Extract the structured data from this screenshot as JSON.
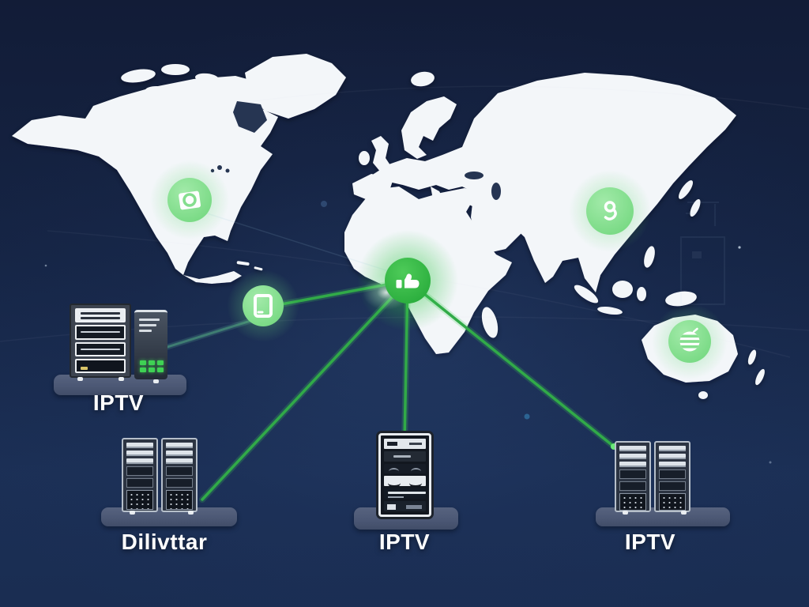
{
  "scene": {
    "description": "IPTV global delivery network illustration over a world map",
    "background_color": "#152444",
    "map_color": "#f3f6f9",
    "hub_green": "#2eb344",
    "node_green": "#85de8f",
    "line_green": "#2da144",
    "line_teal": "#3f7d72",
    "platform_color": "#4c5875",
    "label_color": "#ffffff"
  },
  "map_nodes": [
    {
      "id": "node-north-america",
      "icon": "camera-icon",
      "style": "light"
    },
    {
      "id": "node-south-america",
      "icon": "tablet-icon",
      "style": "light"
    },
    {
      "id": "node-africa-hub",
      "icon": "thumbs-up-icon",
      "style": "bright"
    },
    {
      "id": "node-east-asia",
      "icon": "search-pin-icon",
      "style": "light"
    },
    {
      "id": "node-australia",
      "icon": "striped-globe-icon",
      "style": "light"
    }
  ],
  "servers": [
    {
      "id": "server-northwest",
      "label": "IPTV",
      "kind": "rack-and-tower"
    },
    {
      "id": "server-southwest",
      "label": "Dilivttar",
      "kind": "double-rack"
    },
    {
      "id": "server-south",
      "label": "IPTV",
      "kind": "single-rack"
    },
    {
      "id": "server-southeast",
      "label": "IPTV",
      "kind": "double-rack"
    }
  ],
  "connections": [
    {
      "from": "server-northwest",
      "to": "node-south-america",
      "style": "teal"
    },
    {
      "from": "node-africa-hub",
      "to": "node-south-america",
      "style": "green"
    },
    {
      "from": "node-africa-hub",
      "to": "server-southwest",
      "style": "green"
    },
    {
      "from": "node-africa-hub",
      "to": "server-south",
      "style": "green"
    },
    {
      "from": "node-africa-hub",
      "to": "server-southeast",
      "style": "green"
    },
    {
      "from": "node-north-america",
      "to": "node-africa-hub",
      "style": "faint"
    }
  ]
}
